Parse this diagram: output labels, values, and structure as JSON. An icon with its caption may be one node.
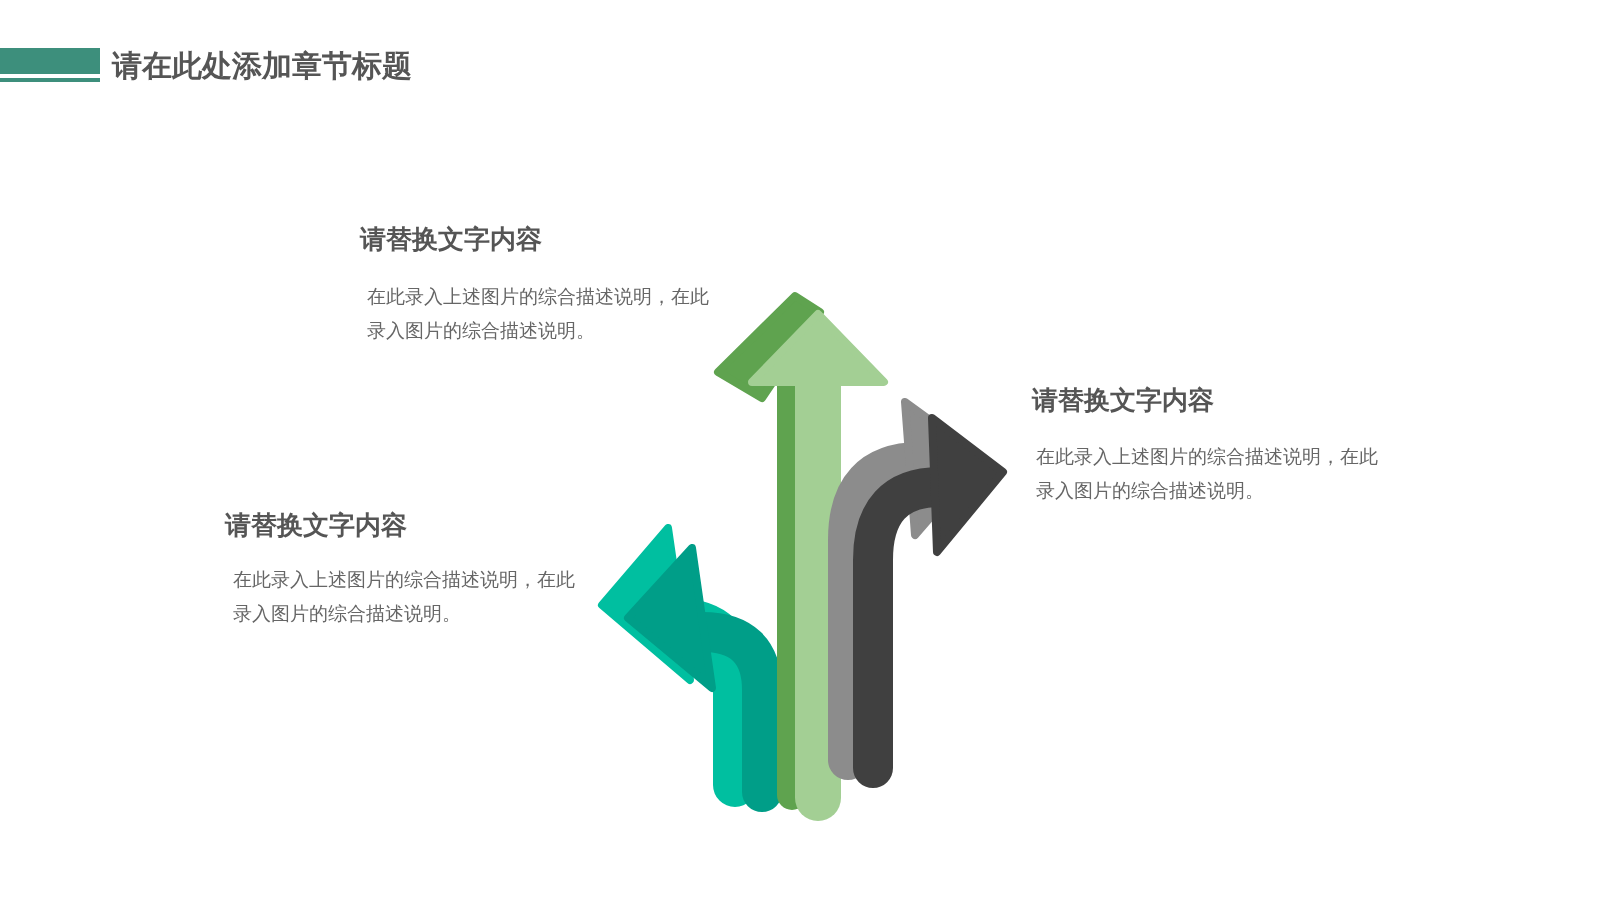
{
  "diagram": {
    "title": "请在此处添加章节标题",
    "labels": [
      "请替换文字内容",
      "在此录入上述图片的综合描述说明，在此录入图片的综合描述说明。",
      "请替换文字内容",
      "在此录入上述图片的综合描述说明，在此录入图片的综合描述说明。",
      "请替换文字内容",
      "在此录入上述图片的综合描述说明，在此录入图片的综合描述说明。"
    ]
  }
}
